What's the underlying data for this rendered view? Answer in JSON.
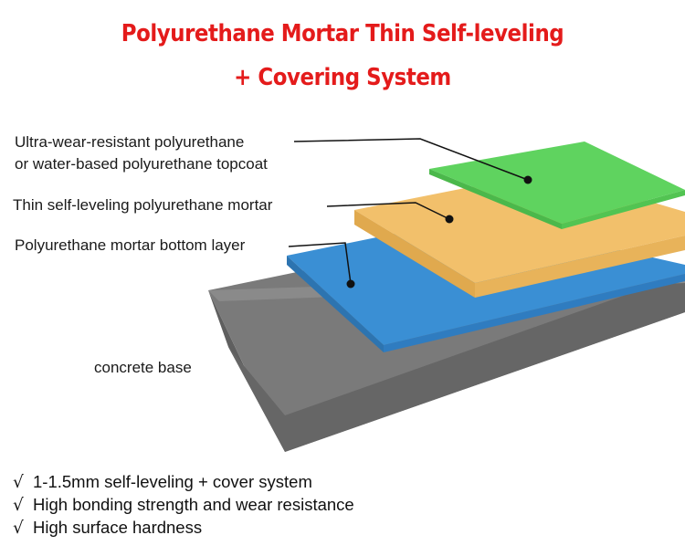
{
  "title": {
    "line1": "Polyurethane Mortar Thin Self-leveling",
    "line2": "+ Covering System"
  },
  "layers": {
    "topcoat": {
      "label_line1": "Ultra-wear-resistant polyurethane",
      "label_line2": "or water-based polyurethane topcoat",
      "color": "#5fd35f"
    },
    "mortar": {
      "label": "Thin self-leveling polyurethane mortar",
      "color": "#f2c06b"
    },
    "bottom": {
      "label": "Polyurethane mortar bottom layer",
      "color": "#3a8fd4"
    },
    "concrete": {
      "label": "concrete base",
      "color": "#767676"
    }
  },
  "features": [
    {
      "check": "√",
      "text": "1-1.5mm self-leveling + cover system"
    },
    {
      "check": "√",
      "text": "High bonding strength and wear resistance"
    },
    {
      "check": "√",
      "text": "High surface hardness"
    }
  ]
}
